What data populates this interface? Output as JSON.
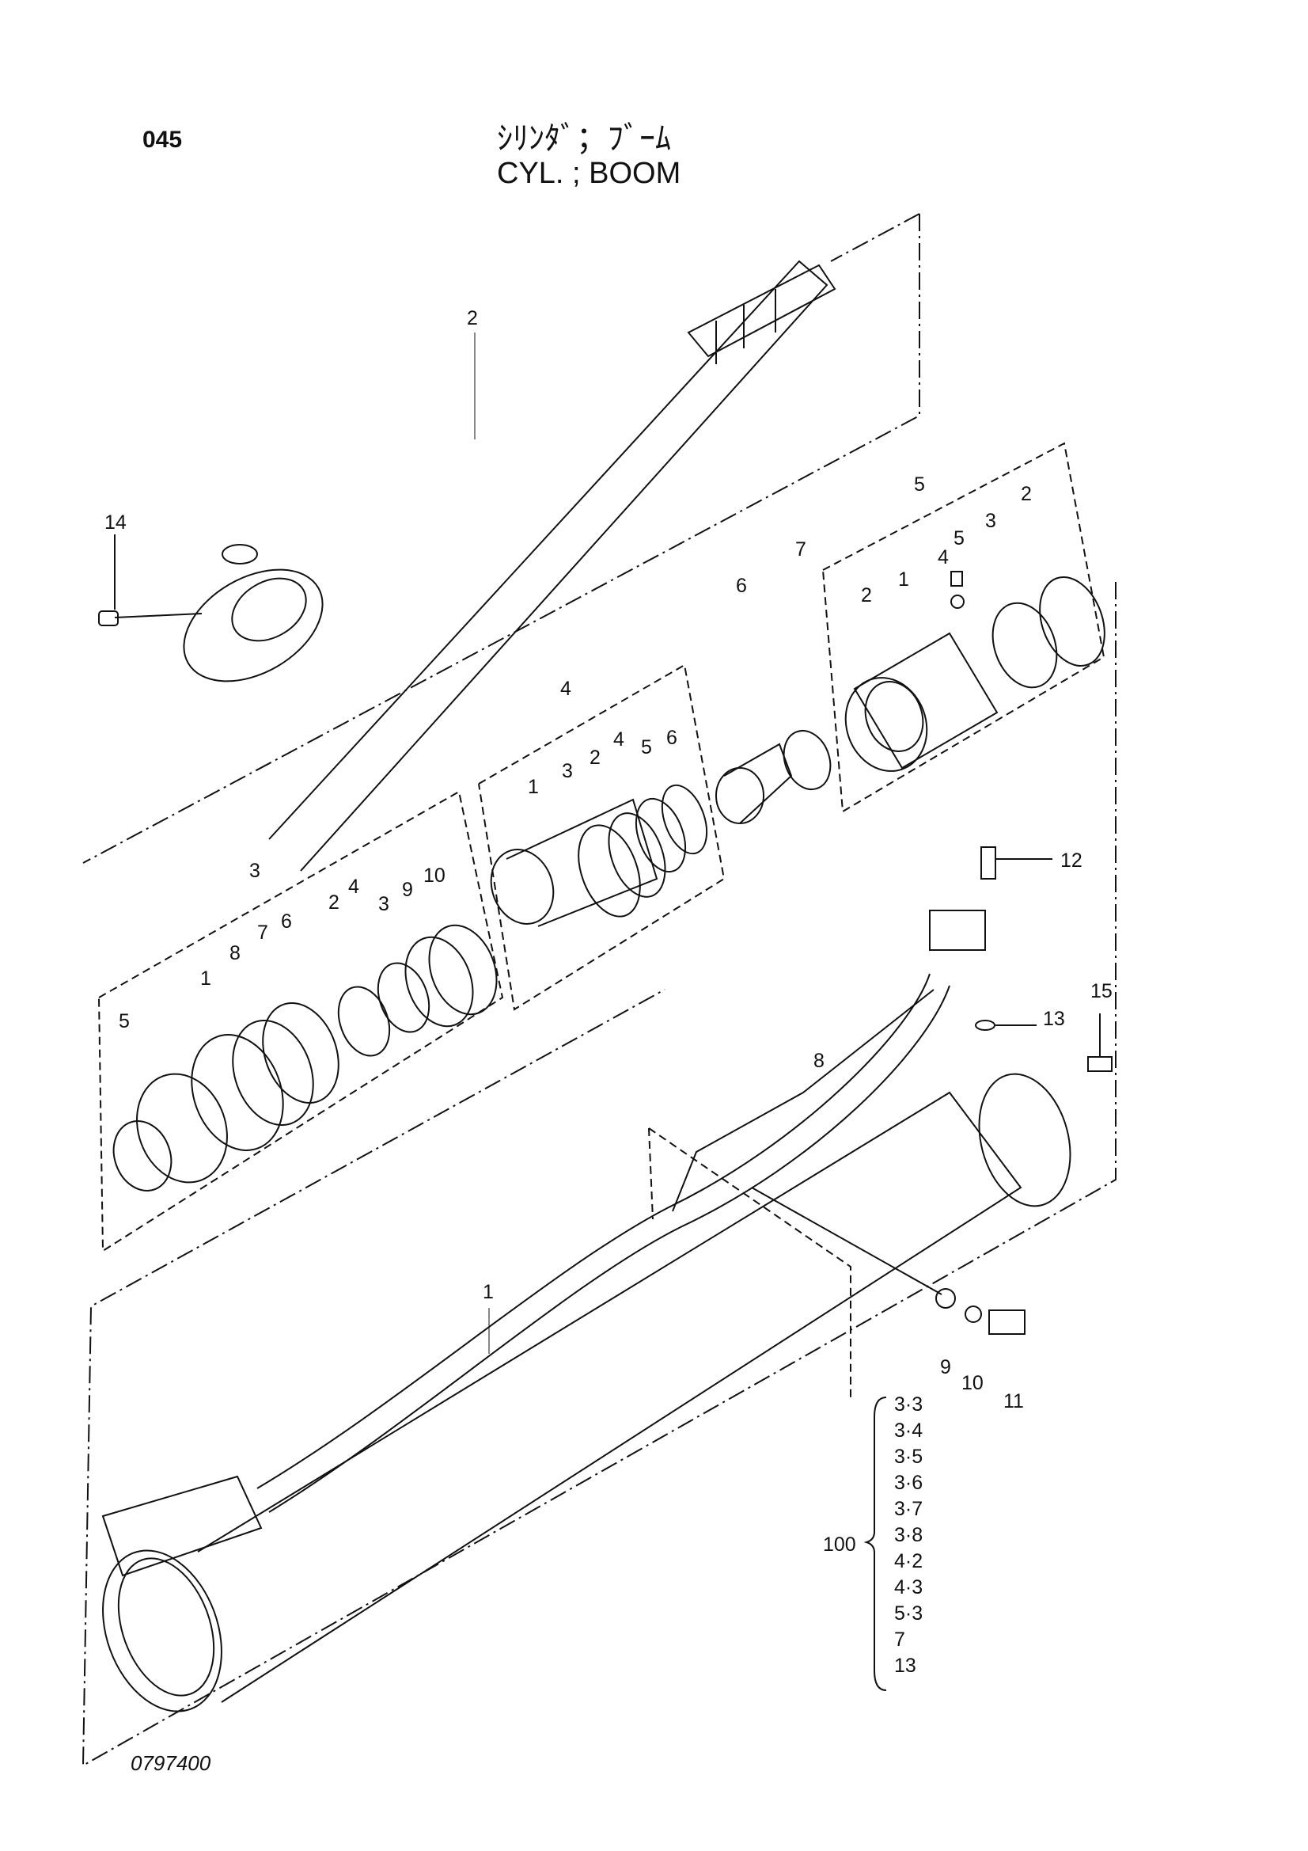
{
  "header": {
    "page_code": "045",
    "title_jp": "ｼﾘﾝﾀﾞ；ﾌﾞｰﾑ",
    "title_en": "CYL. ; BOOM"
  },
  "footer": {
    "drawing_no": "0797400"
  },
  "callouts": {
    "rod": "2",
    "grease_fitting": "14",
    "head_assy": "5",
    "head_bushing": "1",
    "head_seal_2a": "2",
    "head_seal_2b": "2",
    "head_ring_3": "3",
    "head_ring_4": "4",
    "head_plug_5": "5",
    "spacer": "6",
    "wear_ring": "7",
    "piston_assy": "4",
    "piston_1": "1",
    "piston_ring_3": "3",
    "piston_ring_2": "2",
    "piston_ring_4": "4",
    "piston_ring_5": "5",
    "piston_ring_6": "6",
    "seal_kit_assy": "3",
    "seal_kit_5": "5",
    "seal_kit_1": "1",
    "seal_kit_8": "8",
    "seal_kit_7": "7",
    "seal_kit_6": "6",
    "seal_kit_2": "2",
    "seal_kit_4": "4",
    "seal_kit_3": "3",
    "seal_kit_9": "9",
    "seal_kit_10": "10",
    "tube": "1",
    "pipe": "8",
    "bolt_12": "12",
    "oring_13": "13",
    "fitting_15": "15",
    "washer_9": "9",
    "washer_10": "10",
    "bolt_11": "11",
    "kit_100": "100"
  },
  "kit_100_items": [
    "3·3",
    "3·4",
    "3·5",
    "3·6",
    "3·7",
    "3·8",
    "4·2",
    "4·3",
    "5·3",
    "7",
    "13"
  ]
}
